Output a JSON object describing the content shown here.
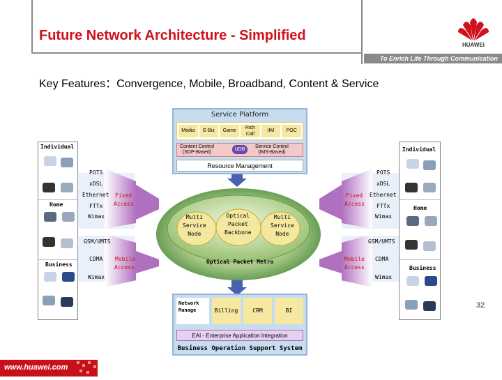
{
  "header": {
    "title": "Future Network Architecture - Simplified",
    "slogan": "To Enrich Life Through Communication",
    "brand": "HUAWEI"
  },
  "subtitle": "Key Features：Convergence, Mobile, Broadband, Content & Service",
  "service_platform": {
    "title": "Service Platform",
    "services": [
      "Media",
      "E-Biz",
      "Game",
      "Rich Call",
      "IIM",
      "POC"
    ],
    "content_control": "Content Control",
    "content_control_sub": "(SDP-Based)",
    "service_control": "Service Control",
    "service_control_sub": "(IMS-Based)",
    "udb": "UDB",
    "resource_management": "Resource Management"
  },
  "core": {
    "left": [
      "Multi",
      "Service",
      "Node"
    ],
    "center": [
      "Optical",
      "Packet",
      "Backbone"
    ],
    "right": [
      "Multi",
      "Service",
      "Node"
    ],
    "metro": "Optical Packet Metro"
  },
  "access_left": {
    "fixed": [
      "Fixed",
      "Access"
    ],
    "mobile": [
      "Mobile",
      "Access"
    ],
    "fixed_techs": [
      "POTS",
      "xDSL",
      "Ethernet",
      "FTTx",
      "Wimax"
    ],
    "mobile_techs": [
      "GSM/UMTS",
      "CDMA",
      "Wimax"
    ]
  },
  "access_right": {
    "fixed": [
      "Fixed",
      "Access"
    ],
    "mobile": [
      "Mobile",
      "Access"
    ],
    "fixed_techs": [
      "POTS",
      "xDSL",
      "Ethernet",
      "FTTx",
      "Wimax"
    ],
    "mobile_techs": [
      "GSM/UMTS",
      "CDMA",
      "Wimax"
    ]
  },
  "users_left": [
    "Individual",
    "Home",
    "Business"
  ],
  "users_right": [
    "Individual",
    "Home",
    "Business"
  ],
  "boss": {
    "items": [
      "Network Manage",
      "Billing",
      "CRM",
      "BI"
    ],
    "eai": "EAI - Enterprise Application Integration",
    "title": "Business Operation Support System"
  },
  "footer": {
    "page_number": "32",
    "url": "www.huawei.com"
  }
}
